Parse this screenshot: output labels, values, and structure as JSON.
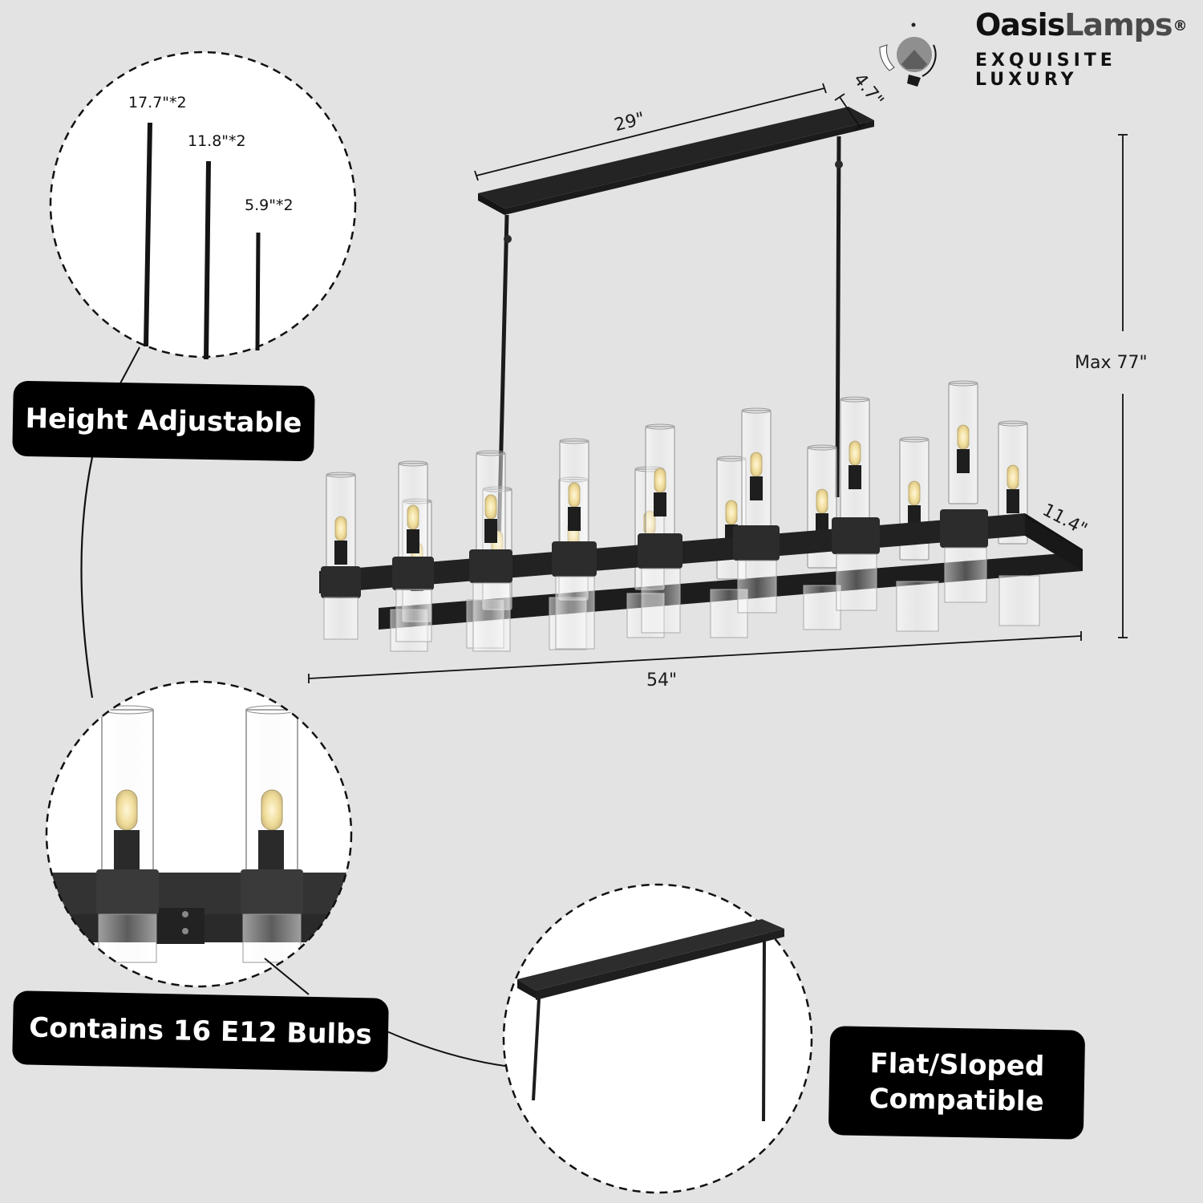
{
  "brand": {
    "name_part1": "Oasis",
    "name_part2": "Lamps",
    "registered": "®",
    "tagline_line1": "EXQUISITE",
    "tagline_line2": "LUXURY"
  },
  "dimensions": {
    "canopy_length": "29\"",
    "canopy_width": "4.7\"",
    "max_height": "Max 77\"",
    "fixture_length": "54\"",
    "fixture_width": "11.4\""
  },
  "rods": {
    "items": [
      {
        "label": "17.7\"*2"
      },
      {
        "label": "11.8\"*2"
      },
      {
        "label": "5.9\"*2"
      }
    ]
  },
  "features": {
    "height_adjustable": "Height Adjustable",
    "bulbs": "Contains 16 E12 Bulbs",
    "ceiling_line1": "Flat/Sloped",
    "ceiling_line2": "Compatible"
  },
  "colors": {
    "background": "#e3e3e3",
    "fixture_black": "#1c1c1c",
    "pill_black": "#000000",
    "bulb_glow": "#f3e3a8"
  }
}
